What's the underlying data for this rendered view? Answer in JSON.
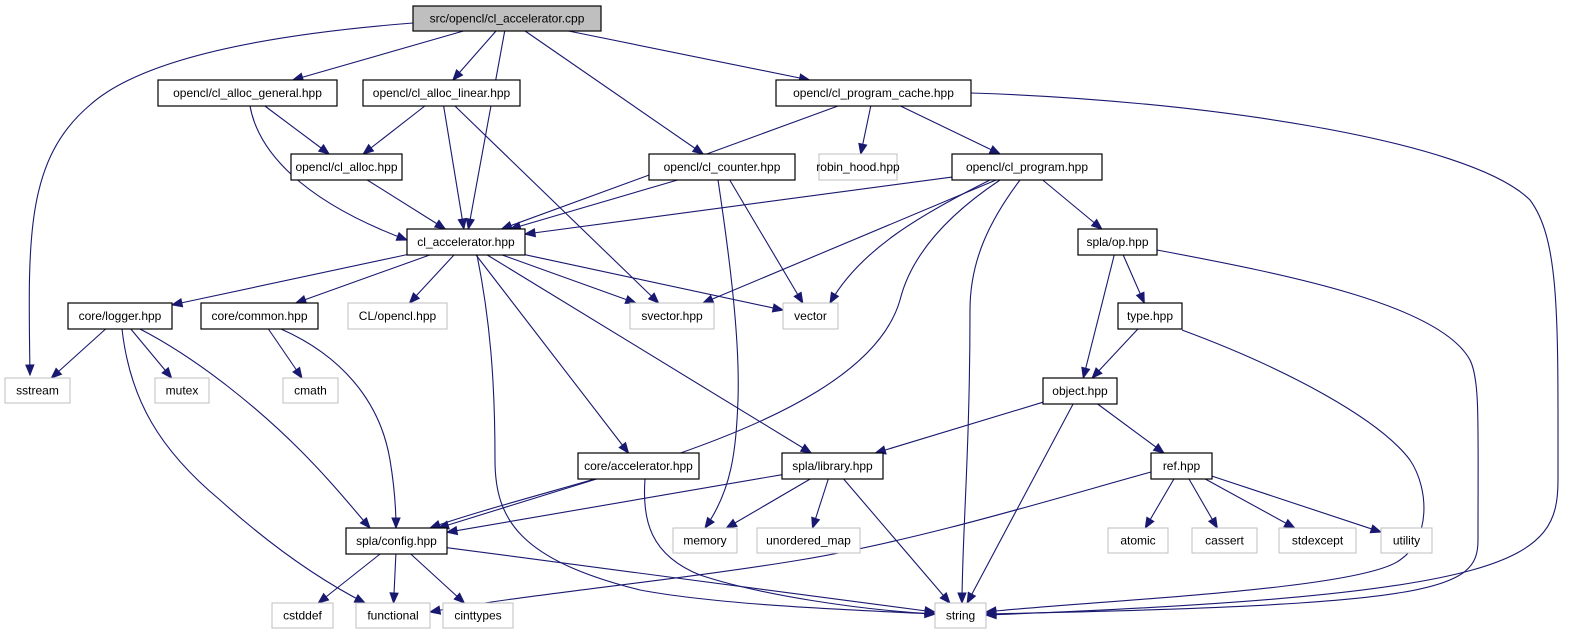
{
  "diagram": {
    "type": "include-dependency-graph",
    "root": "src/opencl/cl_accelerator.cpp",
    "colors": {
      "edge": "#191970",
      "root_fill": "#bfbfbf",
      "node_border": "#000000",
      "external_border": "#bfbfbf",
      "background": "#ffffff"
    },
    "nodes": [
      {
        "id": "root",
        "label": "src/opencl/cl_accelerator.cpp",
        "kind": "root"
      },
      {
        "id": "alloc_general",
        "label": "opencl/cl_alloc_general.hpp",
        "kind": "internal"
      },
      {
        "id": "alloc_linear",
        "label": "opencl/cl_alloc_linear.hpp",
        "kind": "internal"
      },
      {
        "id": "program_cache",
        "label": "opencl/cl_program_cache.hpp",
        "kind": "internal"
      },
      {
        "id": "alloc",
        "label": "opencl/cl_alloc.hpp",
        "kind": "internal"
      },
      {
        "id": "counter",
        "label": "opencl/cl_counter.hpp",
        "kind": "internal"
      },
      {
        "id": "robin_hood",
        "label": "robin_hood.hpp",
        "kind": "external"
      },
      {
        "id": "program",
        "label": "opencl/cl_program.hpp",
        "kind": "internal"
      },
      {
        "id": "cl_accel",
        "label": "cl_accelerator.hpp",
        "kind": "internal"
      },
      {
        "id": "op",
        "label": "spla/op.hpp",
        "kind": "internal"
      },
      {
        "id": "logger",
        "label": "core/logger.hpp",
        "kind": "internal"
      },
      {
        "id": "common",
        "label": "core/common.hpp",
        "kind": "internal"
      },
      {
        "id": "cl_opencl",
        "label": "CL/opencl.hpp",
        "kind": "external"
      },
      {
        "id": "svector",
        "label": "svector.hpp",
        "kind": "external"
      },
      {
        "id": "vector",
        "label": "vector",
        "kind": "external"
      },
      {
        "id": "type",
        "label": "type.hpp",
        "kind": "internal"
      },
      {
        "id": "sstream",
        "label": "sstream",
        "kind": "external"
      },
      {
        "id": "mutex",
        "label": "mutex",
        "kind": "external"
      },
      {
        "id": "cmath",
        "label": "cmath",
        "kind": "external"
      },
      {
        "id": "object",
        "label": "object.hpp",
        "kind": "internal"
      },
      {
        "id": "core_accel",
        "label": "core/accelerator.hpp",
        "kind": "internal"
      },
      {
        "id": "library",
        "label": "spla/library.hpp",
        "kind": "internal"
      },
      {
        "id": "ref",
        "label": "ref.hpp",
        "kind": "internal"
      },
      {
        "id": "config",
        "label": "spla/config.hpp",
        "kind": "internal"
      },
      {
        "id": "memory",
        "label": "memory",
        "kind": "external"
      },
      {
        "id": "unordered_map",
        "label": "unordered_map",
        "kind": "external"
      },
      {
        "id": "atomic",
        "label": "atomic",
        "kind": "external"
      },
      {
        "id": "cassert",
        "label": "cassert",
        "kind": "external"
      },
      {
        "id": "stdexcept",
        "label": "stdexcept",
        "kind": "external"
      },
      {
        "id": "utility",
        "label": "utility",
        "kind": "external"
      },
      {
        "id": "cstddef",
        "label": "cstddef",
        "kind": "external"
      },
      {
        "id": "functional",
        "label": "functional",
        "kind": "external"
      },
      {
        "id": "cinttypes",
        "label": "cinttypes",
        "kind": "external"
      },
      {
        "id": "string",
        "label": "string",
        "kind": "external"
      }
    ],
    "edges": [
      [
        "root",
        "sstream"
      ],
      [
        "root",
        "alloc_general"
      ],
      [
        "root",
        "alloc_linear"
      ],
      [
        "root",
        "cl_accel"
      ],
      [
        "root",
        "counter"
      ],
      [
        "root",
        "program_cache"
      ],
      [
        "alloc_general",
        "alloc"
      ],
      [
        "alloc_general",
        "cl_accel"
      ],
      [
        "alloc_linear",
        "alloc"
      ],
      [
        "alloc_linear",
        "cl_accel"
      ],
      [
        "alloc_linear",
        "svector"
      ],
      [
        "alloc",
        "cl_accel"
      ],
      [
        "program_cache",
        "cl_accel"
      ],
      [
        "program_cache",
        "robin_hood"
      ],
      [
        "program_cache",
        "program"
      ],
      [
        "program_cache",
        "string"
      ],
      [
        "counter",
        "cl_accel"
      ],
      [
        "counter",
        "memory"
      ],
      [
        "counter",
        "vector"
      ],
      [
        "program",
        "cl_accel"
      ],
      [
        "program",
        "svector"
      ],
      [
        "program",
        "vector"
      ],
      [
        "program",
        "config"
      ],
      [
        "program",
        "string"
      ],
      [
        "program",
        "op"
      ],
      [
        "cl_accel",
        "logger"
      ],
      [
        "cl_accel",
        "common"
      ],
      [
        "cl_accel",
        "cl_opencl"
      ],
      [
        "cl_accel",
        "svector"
      ],
      [
        "cl_accel",
        "vector"
      ],
      [
        "cl_accel",
        "core_accel"
      ],
      [
        "cl_accel",
        "library"
      ],
      [
        "cl_accel",
        "string"
      ],
      [
        "logger",
        "sstream"
      ],
      [
        "logger",
        "mutex"
      ],
      [
        "logger",
        "config"
      ],
      [
        "logger",
        "functional"
      ],
      [
        "common",
        "cmath"
      ],
      [
        "common",
        "config"
      ],
      [
        "op",
        "type"
      ],
      [
        "op",
        "object"
      ],
      [
        "op",
        "string"
      ],
      [
        "type",
        "object"
      ],
      [
        "type",
        "string"
      ],
      [
        "object",
        "library"
      ],
      [
        "object",
        "ref"
      ],
      [
        "object",
        "string"
      ],
      [
        "core_accel",
        "config"
      ],
      [
        "core_accel",
        "string"
      ],
      [
        "library",
        "config"
      ],
      [
        "library",
        "memory"
      ],
      [
        "library",
        "unordered_map"
      ],
      [
        "library",
        "string"
      ],
      [
        "ref",
        "atomic"
      ],
      [
        "ref",
        "cassert"
      ],
      [
        "ref",
        "stdexcept"
      ],
      [
        "ref",
        "utility"
      ],
      [
        "ref",
        "functional"
      ],
      [
        "config",
        "cstddef"
      ],
      [
        "config",
        "functional"
      ],
      [
        "config",
        "cinttypes"
      ],
      [
        "config",
        "string"
      ]
    ]
  }
}
